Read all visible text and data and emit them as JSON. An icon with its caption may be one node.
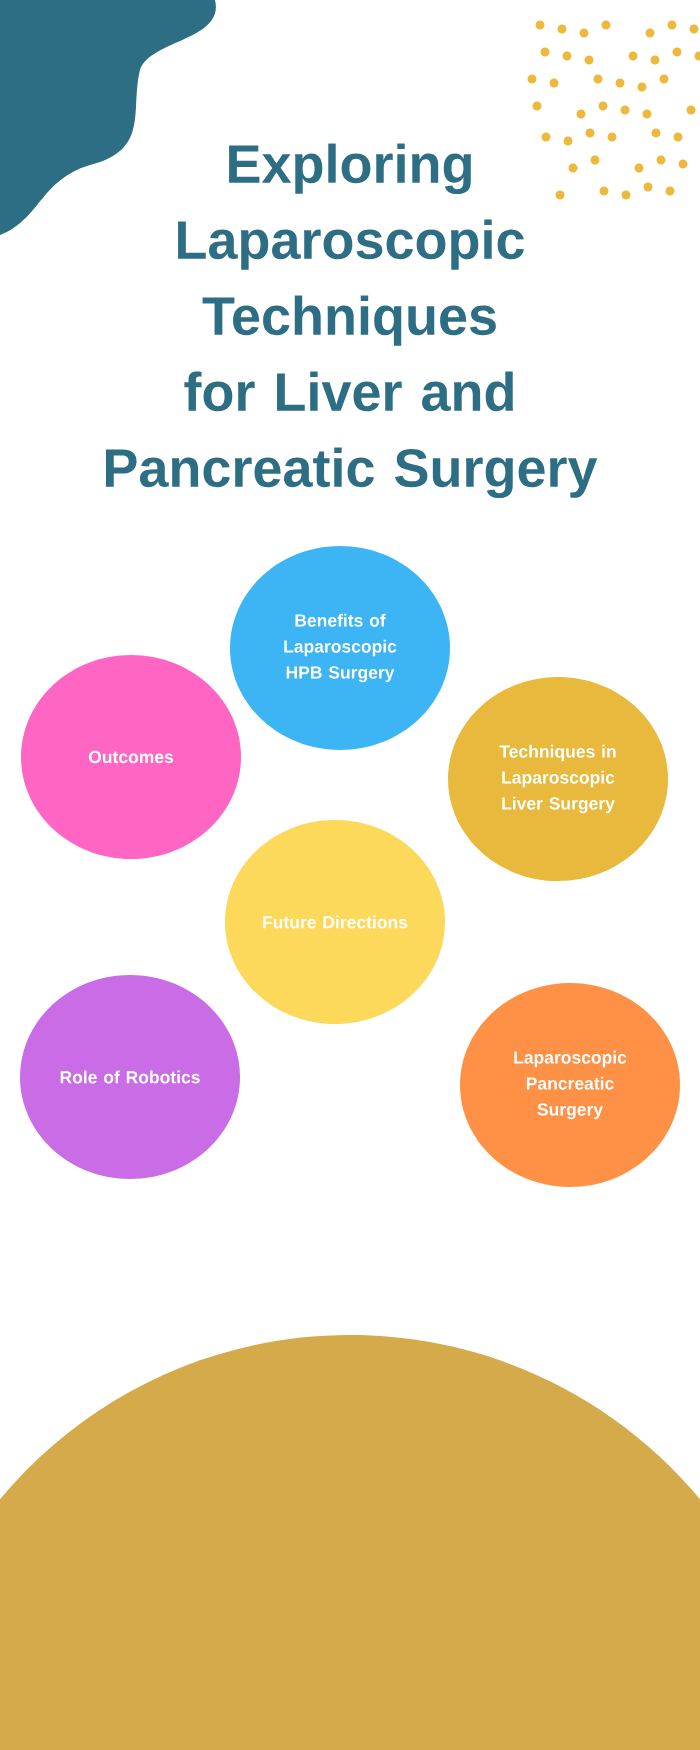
{
  "diagram": {
    "title": "Exploring Laparoscopic Techniques for Liver and Pancreatic Surgery",
    "nodes": [
      {
        "text": [
          "Benefits of Laparoscopic HPB Surgery"
        ]
      },
      {
        "text": [
          "Outcomes"
        ]
      },
      {
        "text": [
          "Techniques in Laparoscopic Liver Surgery"
        ]
      },
      {
        "text": [
          "Future Directions"
        ]
      },
      {
        "text": [
          "Role of Robotics"
        ]
      },
      {
        "text": [
          "Laparoscopic Pancreatic Surgery"
        ]
      }
    ]
  }
}
